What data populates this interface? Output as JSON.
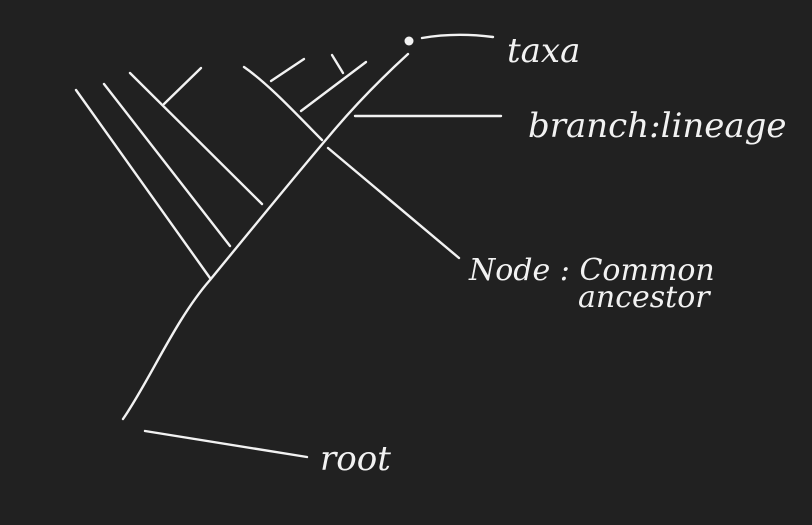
{
  "labels": {
    "taxa": "taxa",
    "branch": "branch:lineage",
    "node_line1": "Node : Common",
    "node_line2": "ancestor",
    "root": "root"
  },
  "colors": {
    "background": "#212121",
    "ink": "#f2f2f2"
  }
}
